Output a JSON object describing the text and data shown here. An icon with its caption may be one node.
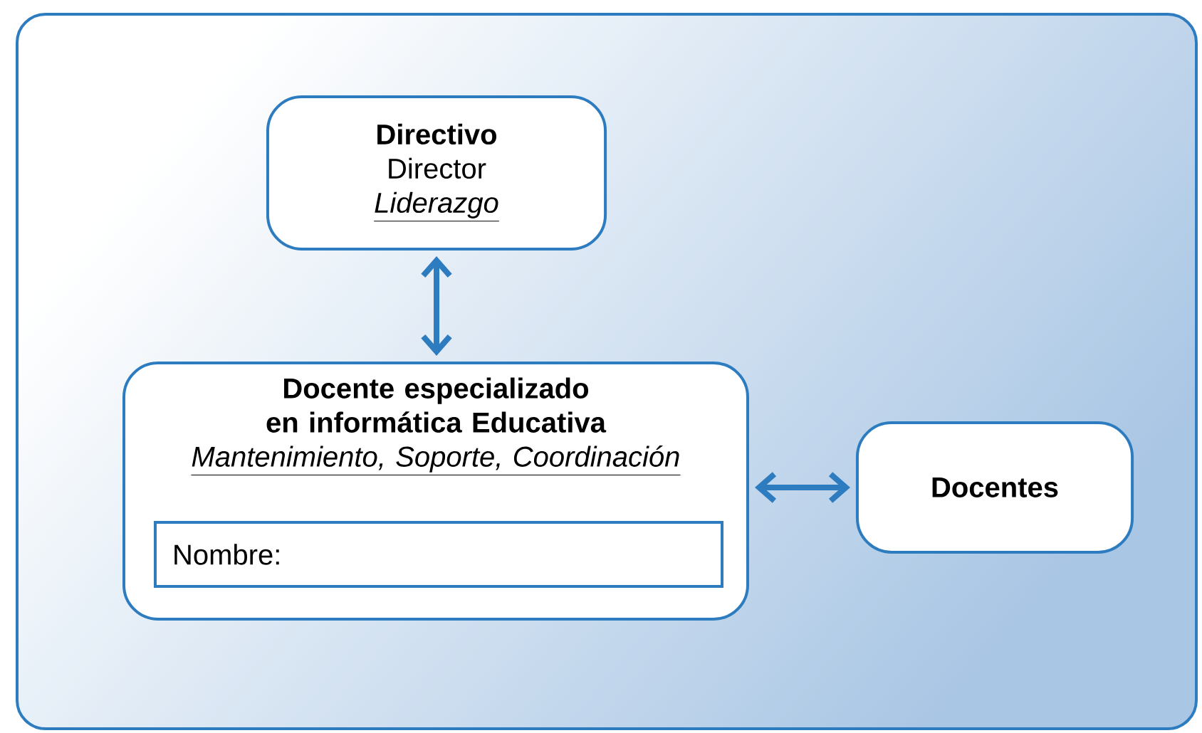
{
  "diagram": {
    "nodes": [
      {
        "text": [],
        "shape": "box"
      },
      {
        "text": [
          "Directivo",
          "Director",
          "Liderazgo"
        ],
        "in": 0
      },
      {
        "text": [
          "Docente especializado en informática Educativa",
          "Mantenimiento, Soporte, Coordinación"
        ],
        "in": 0
      },
      {
        "text": [
          "Nombre:"
        ],
        "in": 2
      },
      {
        "text": [
          "Docentes"
        ],
        "in": 0
      }
    ],
    "edges": [
      {
        "from": 1,
        "to": 2,
        "arrow": "both"
      },
      {
        "from": 2,
        "to": 4,
        "arrow": "both"
      }
    ]
  }
}
